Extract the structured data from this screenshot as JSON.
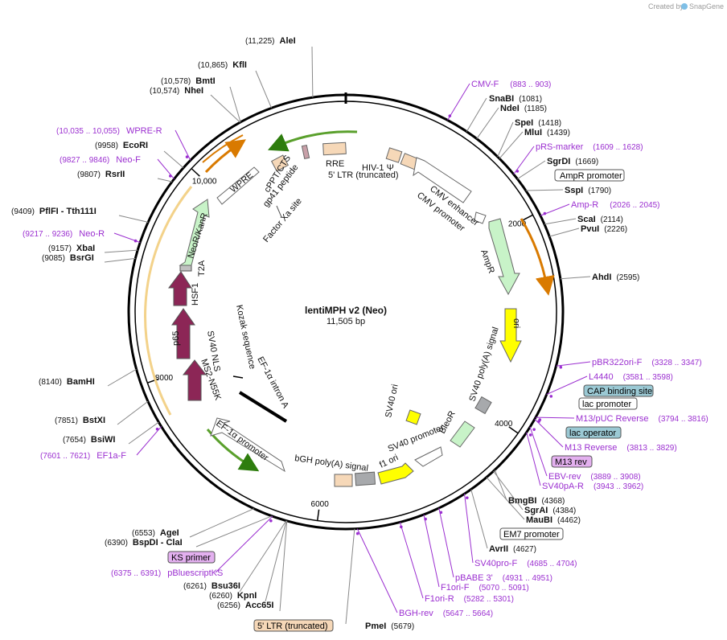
{
  "credit": {
    "prefix": "Created by",
    "brand": "SnapGene"
  },
  "plasmid": {
    "name": "lentiMPH v2 (Neo)",
    "length_label": "11,505 bp"
  },
  "ticks": [
    {
      "label": "2000",
      "pos": 2000
    },
    {
      "label": "4000",
      "pos": 4000
    },
    {
      "label": "6000",
      "pos": 6000
    },
    {
      "label": "8000",
      "pos": 8000
    },
    {
      "label": "10,000",
      "pos": 10000
    }
  ],
  "sites_right": [
    {
      "name": "SnaBI",
      "pos": "(1081)",
      "bp": 1081
    },
    {
      "name": "NdeI",
      "pos": "(1185)",
      "bp": 1185
    },
    {
      "name": "SpeI",
      "pos": "(1418)",
      "bp": 1418
    },
    {
      "name": "MluI",
      "pos": "(1439)",
      "bp": 1439
    },
    {
      "name": "SgrDI",
      "pos": "(1669)",
      "bp": 1669
    },
    {
      "name": "SspI",
      "pos": "(1790)",
      "bp": 1790
    },
    {
      "name": "ScaI",
      "pos": "(2114)",
      "bp": 2114
    },
    {
      "name": "PvuI",
      "pos": "(2226)",
      "bp": 2226
    },
    {
      "name": "AhdI",
      "pos": "(2595)",
      "bp": 2595
    },
    {
      "name": "BmgBI",
      "pos": "(4368)",
      "bp": 4368
    },
    {
      "name": "SgrAI",
      "pos": "(4384)",
      "bp": 4384
    },
    {
      "name": "MauBI",
      "pos": "(4462)",
      "bp": 4462
    },
    {
      "name": "AvrII",
      "pos": "(4627)",
      "bp": 4627
    }
  ],
  "sites_left": [
    {
      "name": "AleI",
      "pos": "(11,225)",
      "bp": 11225
    },
    {
      "name": "KflI",
      "pos": "(10,865)",
      "bp": 10865
    },
    {
      "name": "BmtI",
      "pos": "(10,578)",
      "bp": 10578
    },
    {
      "name": "NheI",
      "pos": "(10,574)",
      "bp": 10574
    },
    {
      "name": "EcoRI",
      "pos": "(9958)",
      "bp": 9958
    },
    {
      "name": "RsrII",
      "pos": "(9807)",
      "bp": 9807
    },
    {
      "name": "PflFI - Tth111I",
      "pos": "(9409)",
      "bp": 9409
    },
    {
      "name": "XbaI",
      "pos": "(9157)",
      "bp": 9157
    },
    {
      "name": "BsrGI",
      "pos": "(9085)",
      "bp": 9085
    },
    {
      "name": "BamHI",
      "pos": "(8140)",
      "bp": 8140
    },
    {
      "name": "BstXI",
      "pos": "(7851)",
      "bp": 7851
    },
    {
      "name": "BsiWI",
      "pos": "(7654)",
      "bp": 7654
    },
    {
      "name": "AgeI",
      "pos": "(6553)",
      "bp": 6553
    },
    {
      "name": "BspDI - ClaI",
      "pos": "(6390)",
      "bp": 6390
    },
    {
      "name": "Bsu36I",
      "pos": "(6261)",
      "bp": 6261
    },
    {
      "name": "KpnI",
      "pos": "(6260)",
      "bp": 6260
    },
    {
      "name": "Acc65I",
      "pos": "(6256)",
      "bp": 6256
    },
    {
      "name": "PmeI",
      "pos": "(5679)",
      "bp": 5679
    }
  ],
  "primers_right": [
    {
      "name": "CMV-F",
      "pos": "(883 .. 903)",
      "bp": 893
    },
    {
      "name": "pRS-marker",
      "pos": "(1609 .. 1628)",
      "bp": 1618
    },
    {
      "name": "Amp-R",
      "pos": "(2026 .. 2045)",
      "bp": 2035
    },
    {
      "name": "pBR322ori-F",
      "pos": "(3328 .. 3347)",
      "bp": 3337
    },
    {
      "name": "L4440",
      "pos": "(3581 .. 3598)",
      "bp": 3590
    },
    {
      "name": "M13/pUC Reverse",
      "pos": "(3794 .. 3816)",
      "bp": 3805
    },
    {
      "name": "M13 Reverse",
      "pos": "(3813 .. 3829)",
      "bp": 3821
    },
    {
      "name": "EBV-rev",
      "pos": "(3889 .. 3908)",
      "bp": 3898
    },
    {
      "name": "SV40pA-R",
      "pos": "(3943 .. 3962)",
      "bp": 3952
    },
    {
      "name": "SV40pro-F",
      "pos": "(4685 .. 4704)",
      "bp": 4694
    },
    {
      "name": "pBABE 3'",
      "pos": "(4931 .. 4951)",
      "bp": 4941
    },
    {
      "name": "F1ori-F",
      "pos": "(5070 .. 5091)",
      "bp": 5080
    },
    {
      "name": "F1ori-R",
      "pos": "(5282 .. 5301)",
      "bp": 5291
    },
    {
      "name": "BGH-rev",
      "pos": "(5647 .. 5664)",
      "bp": 5655
    }
  ],
  "primers_left": [
    {
      "name": "WPRE-R",
      "pos": "(10,035 .. 10,055)",
      "bp": 10045
    },
    {
      "name": "Neo-F",
      "pos": "(9827 .. 9846)",
      "bp": 9836
    },
    {
      "name": "Neo-R",
      "pos": "(9217 .. 9236)",
      "bp": 9226
    },
    {
      "name": "EF1a-F",
      "pos": "(7601 .. 7621)",
      "bp": 7611
    },
    {
      "name": "pBluescriptKS",
      "pos": "(6375 .. 6391)",
      "bp": 6383
    }
  ],
  "boxed_labels": [
    {
      "name": "AmpR promoter",
      "style": "plain"
    },
    {
      "name": "CAP binding site",
      "style": "teal"
    },
    {
      "name": "lac promoter",
      "style": "plain"
    },
    {
      "name": "lac operator",
      "style": "teal"
    },
    {
      "name": "M13 rev",
      "style": "violet"
    },
    {
      "name": "EM7 promoter",
      "style": "plain"
    },
    {
      "name": "KS primer",
      "style": "violet"
    },
    {
      "name": "5' LTR (truncated)",
      "style": "peach"
    }
  ],
  "features": [
    {
      "name": "RRE",
      "color": "#f6d8b8"
    },
    {
      "name": "5' LTR (truncated)",
      "color": "#f6d8b8"
    },
    {
      "name": "HIV-1 Ψ",
      "color": "#f6d8b8"
    },
    {
      "name": "CMV enhancer",
      "color": "#ffffff"
    },
    {
      "name": "CMV promoter",
      "color": "#ffffff"
    },
    {
      "name": "AmpR",
      "color": "#c8f3c8"
    },
    {
      "name": "ori",
      "color": "#ffff00"
    },
    {
      "name": "SV40 poly(A) signal",
      "color": "#a7a9ac"
    },
    {
      "name": "BleoR",
      "color": "#c8f3c8"
    },
    {
      "name": "SV40 promoter",
      "color": "#ffffff"
    },
    {
      "name": "SV40 ori",
      "color": "#ffff00"
    },
    {
      "name": "f1 ori",
      "color": "#ffff00"
    },
    {
      "name": "bGH poly(A) signal",
      "color": "#a7a9ac"
    },
    {
      "name": "EF-1α promoter",
      "color": "#ffffff"
    },
    {
      "name": "MS2-N55K",
      "color": "#8c2656"
    },
    {
      "name": "SV40 NLS",
      "color": "#8c2656"
    },
    {
      "name": "p65",
      "color": "#8c2656"
    },
    {
      "name": "HSF1",
      "color": "#8c2656"
    },
    {
      "name": "T2A",
      "color": "#c0c0c0"
    },
    {
      "name": "NeoR/KanR",
      "color": "#c8f3c8"
    },
    {
      "name": "WPRE",
      "color": "#ffffff"
    },
    {
      "name": "cPPT/CTS",
      "color": "#f6d8b8"
    },
    {
      "name": "gp41 peptide",
      "color": "#c8a0a8"
    },
    {
      "name": "Factor Xa site",
      "color": "#ffffff"
    },
    {
      "name": "Kozak sequence",
      "color": "#ffffff"
    },
    {
      "name": "EF-1α intron A",
      "color": "#000000"
    }
  ]
}
